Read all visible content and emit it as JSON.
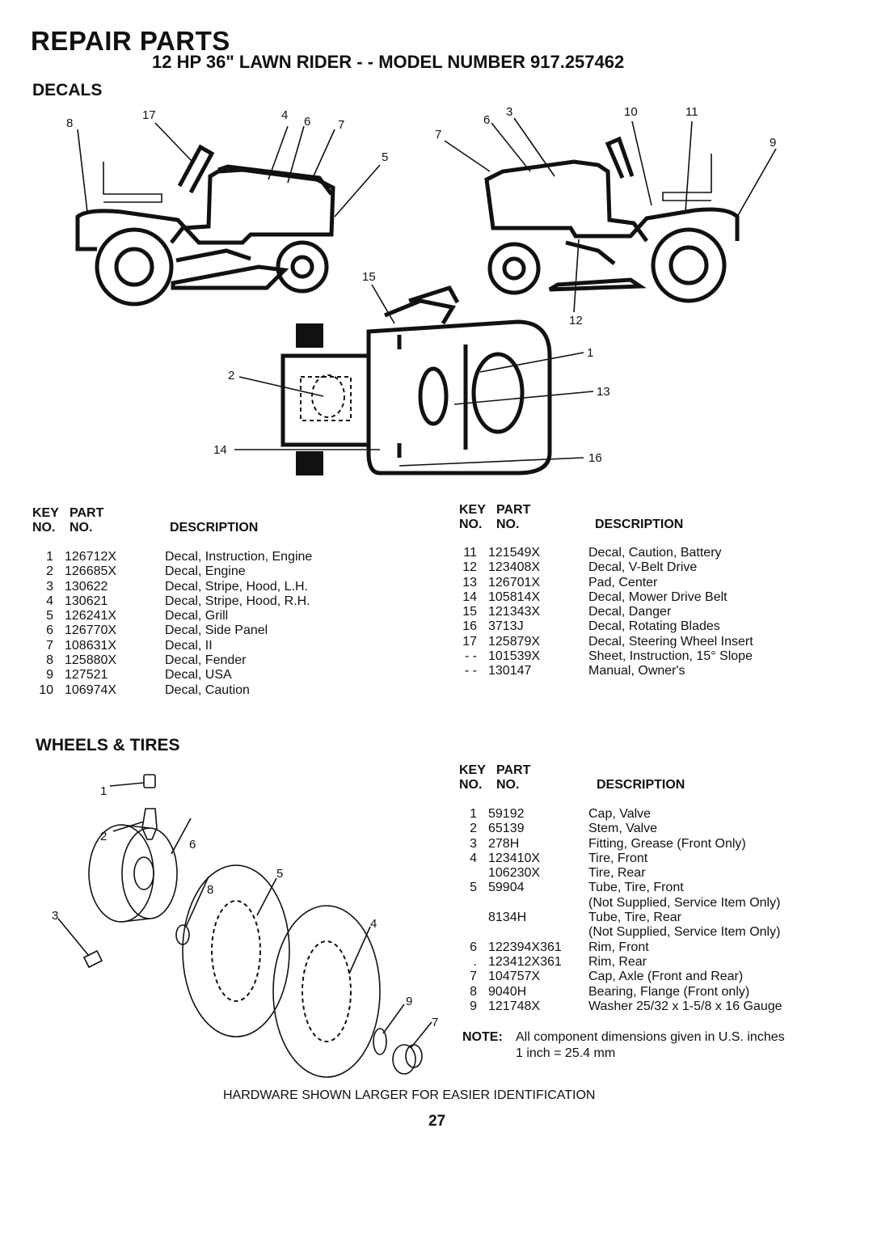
{
  "header": {
    "title": "REPAIR PARTS",
    "subtitle": "12 HP 36\" LAWN RIDER - - MODEL NUMBER 917.257462"
  },
  "decals": {
    "section_title": "DECALS",
    "callouts": [
      "8",
      "17",
      "4",
      "6",
      "7",
      "5",
      "6",
      "3",
      "10",
      "11",
      "7",
      "9",
      "15",
      "12",
      "1",
      "2",
      "13",
      "14",
      "16"
    ],
    "col_headers": {
      "key": "KEY",
      "no1": "NO.",
      "part": "PART",
      "no2": "NO.",
      "description": "DESCRIPTION"
    },
    "left_rows": [
      {
        "key": "1",
        "part": "126712X",
        "desc": "Decal, Instruction, Engine"
      },
      {
        "key": "2",
        "part": "126685X",
        "desc": "Decal, Engine"
      },
      {
        "key": "3",
        "part": "130622",
        "desc": "Decal, Stripe, Hood, L.H."
      },
      {
        "key": "4",
        "part": "130621",
        "desc": "Decal, Stripe, Hood, R.H."
      },
      {
        "key": "5",
        "part": "126241X",
        "desc": "Decal, Grill"
      },
      {
        "key": "6",
        "part": "126770X",
        "desc": "Decal, Side Panel"
      },
      {
        "key": "7",
        "part": "108631X",
        "desc": "Decal, II"
      },
      {
        "key": "8",
        "part": "125880X",
        "desc": "Decal, Fender"
      },
      {
        "key": "9",
        "part": "127521",
        "desc": "Decal, USA"
      },
      {
        "key": "10",
        "part": "106974X",
        "desc": "Decal, Caution"
      }
    ],
    "right_rows": [
      {
        "key": "11",
        "part": "121549X",
        "desc": "Decal, Caution, Battery"
      },
      {
        "key": "12",
        "part": "123408X",
        "desc": "Decal, V-Belt Drive"
      },
      {
        "key": "13",
        "part": "126701X",
        "desc": "Pad, Center"
      },
      {
        "key": "14",
        "part": "105814X",
        "desc": "Decal, Mower Drive Belt"
      },
      {
        "key": "15",
        "part": "121343X",
        "desc": "Decal, Danger"
      },
      {
        "key": "16",
        "part": "3713J",
        "desc": "Decal, Rotating Blades"
      },
      {
        "key": "17",
        "part": "125879X",
        "desc": "Decal, Steering Wheel Insert"
      },
      {
        "key": "- -",
        "part": "101539X",
        "desc": "Sheet, Instruction, 15° Slope"
      },
      {
        "key": "- -",
        "part": "130147",
        "desc": "Manual, Owner's"
      }
    ]
  },
  "wheels": {
    "section_title": "WHEELS & TIRES",
    "callouts": [
      "1",
      "2",
      "6",
      "5",
      "8",
      "3",
      "4",
      "9",
      "7"
    ],
    "rows": [
      {
        "key": "1",
        "part": "59192",
        "desc": "Cap, Valve"
      },
      {
        "key": "2",
        "part": "65139",
        "desc": "Stem, Valve"
      },
      {
        "key": "3",
        "part": "278H",
        "desc": "Fitting, Grease (Front Only)"
      },
      {
        "key": "4",
        "part": "123410X",
        "desc": "Tire, Front"
      },
      {
        "key": "",
        "part": "106230X",
        "desc": "Tire, Rear"
      },
      {
        "key": "5",
        "part": "59904",
        "desc": "Tube, Tire, Front"
      },
      {
        "key": "",
        "part": "",
        "desc": "(Not Supplied, Service Item Only)"
      },
      {
        "key": "",
        "part": "8134H",
        "desc": "Tube, Tire, Rear"
      },
      {
        "key": "",
        "part": "",
        "desc": "(Not Supplied, Service Item Only)"
      },
      {
        "key": "6",
        "part": "122394X361",
        "desc": "Rim, Front"
      },
      {
        "key": ".",
        "part": "123412X361",
        "desc": "Rim, Rear"
      },
      {
        "key": "7",
        "part": "104757X",
        "desc": "Cap, Axle (Front and Rear)"
      },
      {
        "key": "8",
        "part": "9040H",
        "desc": "Bearing, Flange (Front only)"
      },
      {
        "key": "9",
        "part": "121748X",
        "desc": "Washer 25/32 x 1-5/8 x 16 Gauge"
      }
    ],
    "note_label": "NOTE:",
    "note_line1": "All component dimensions given in U.S. inches",
    "note_line2": "1 inch = 25.4 mm"
  },
  "footer": {
    "hardware_note": "HARDWARE SHOWN LARGER FOR EASIER IDENTIFICATION",
    "page_number": "27"
  }
}
